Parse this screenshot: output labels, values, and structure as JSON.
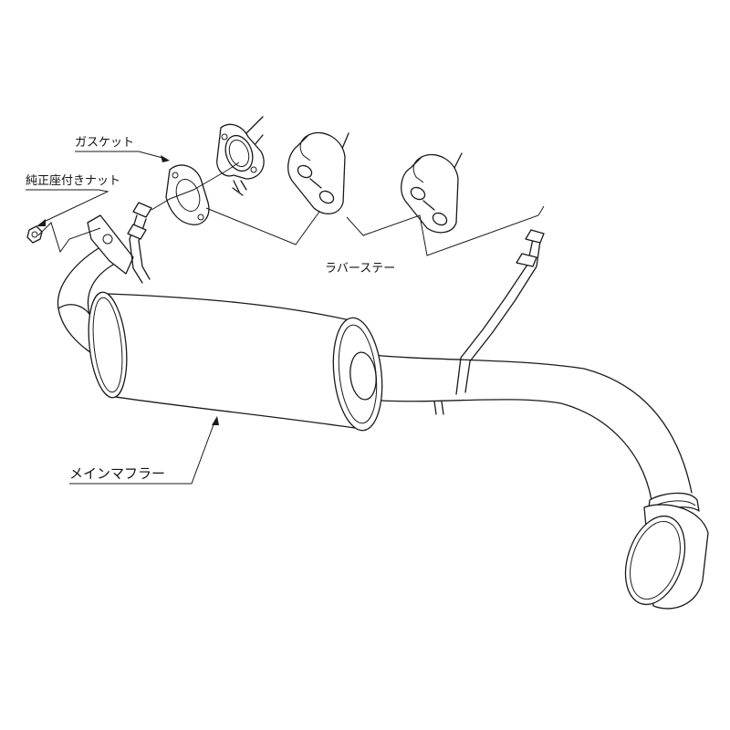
{
  "labels": {
    "gasket": "ガスケット",
    "stock_nut": "純正座付きナット",
    "rubber_stay": "ラバーステー",
    "main_muffler": "メインマフラー"
  },
  "colors": {
    "line": "#1a1a1a",
    "background": "#ffffff"
  }
}
